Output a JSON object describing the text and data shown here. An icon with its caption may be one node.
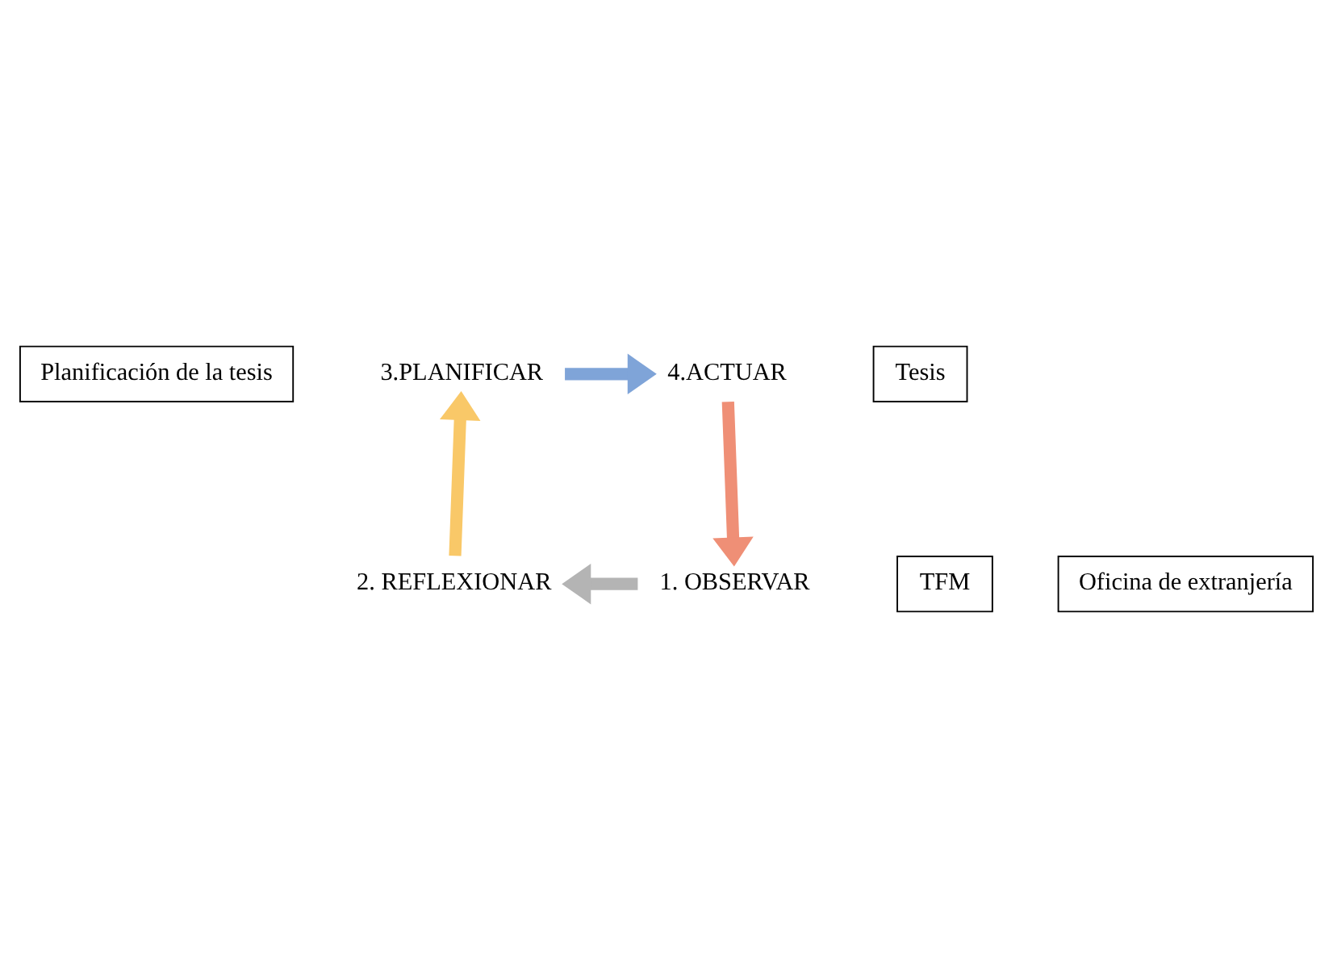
{
  "diagram": {
    "nodes": [
      {
        "text": [
          "Tesis"
        ]
      },
      {
        "text": [
          "Planificación de la tesis"
        ]
      },
      {
        "text": [
          "4.ACTUAR"
        ]
      },
      {
        "text": [
          "3.PLANIFICAR"
        ]
      },
      {
        "text": [
          "1. OBSERVAR"
        ]
      },
      {
        "text": [
          "Oficina de extranjería"
        ]
      },
      {
        "text": [
          "2. REFLEXIONAR"
        ]
      },
      {
        "text": [
          "TFM"
        ]
      }
    ],
    "edges": [
      {
        "from": 3,
        "to": 2,
        "arrow": "to",
        "color": "#7fa4d8"
      },
      {
        "from": 2,
        "to": 4,
        "arrow": "to",
        "color": "#ef8f76"
      },
      {
        "from": 4,
        "to": 6,
        "arrow": "to",
        "color": "#b4b4b4"
      },
      {
        "from": 6,
        "to": 3,
        "arrow": "to",
        "color": "#f9c868"
      }
    ]
  }
}
